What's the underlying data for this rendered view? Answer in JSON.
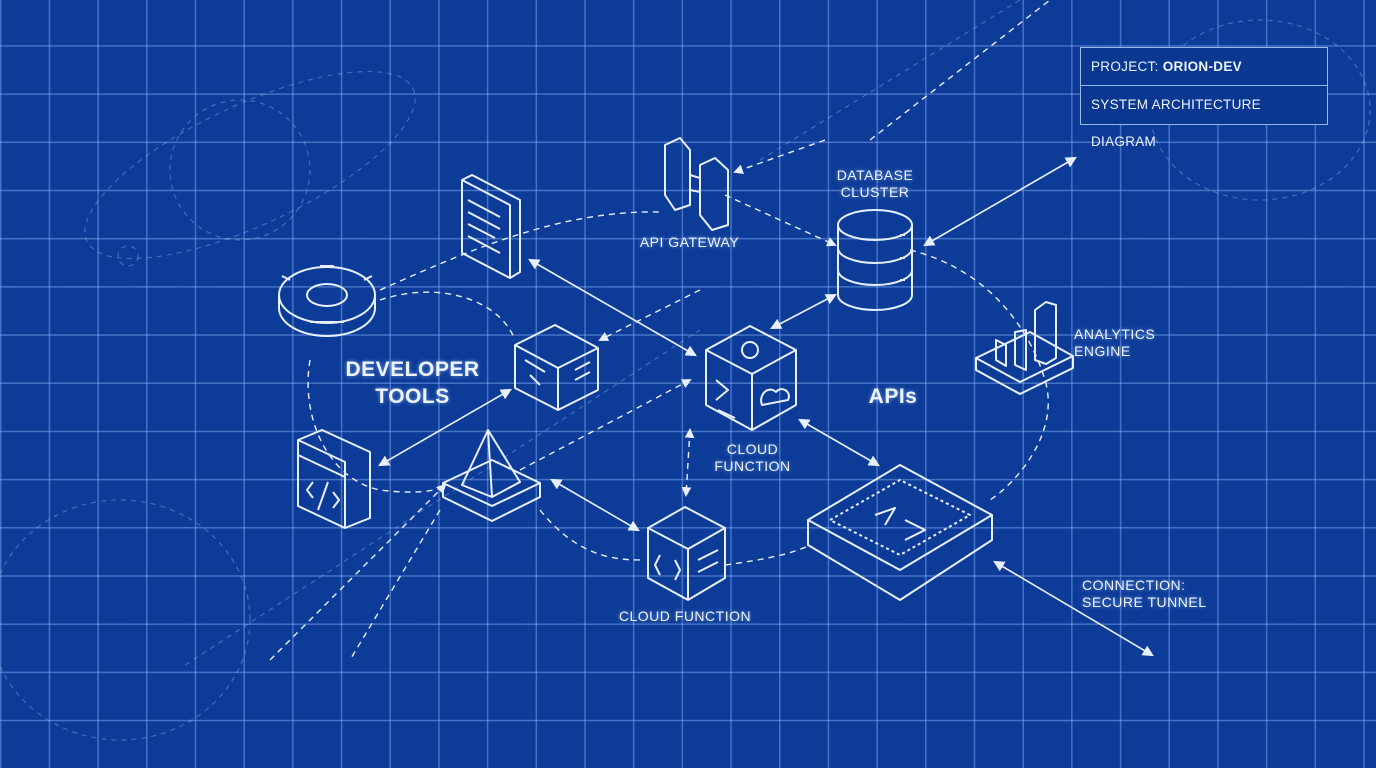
{
  "title_block": {
    "project_label": "PROJECT:",
    "project_name": "ORION-DEV",
    "subtitle": "SYSTEM ARCHITECTURE DIAGRAM"
  },
  "nodes": {
    "api_gateway": "API GATEWAY",
    "database_cluster_1": "DATABASE",
    "database_cluster_2": "CLUSTER",
    "developer_tools_1": "DEVELOPER",
    "developer_tools_2": "TOOLS",
    "apis": "APIs",
    "cloud_function_center_1": "CLOUD",
    "cloud_function_center_2": "FUNCTION",
    "analytics_1": "ANALYTICS",
    "analytics_2": "ENGINE",
    "cloud_function_bottom": "CLOUD FUNCTION",
    "connection_1": "CONNECTION:",
    "connection_2": "SECURE TUNNEL"
  },
  "colors": {
    "background": "#0c3c98",
    "line": "#e6efff"
  }
}
